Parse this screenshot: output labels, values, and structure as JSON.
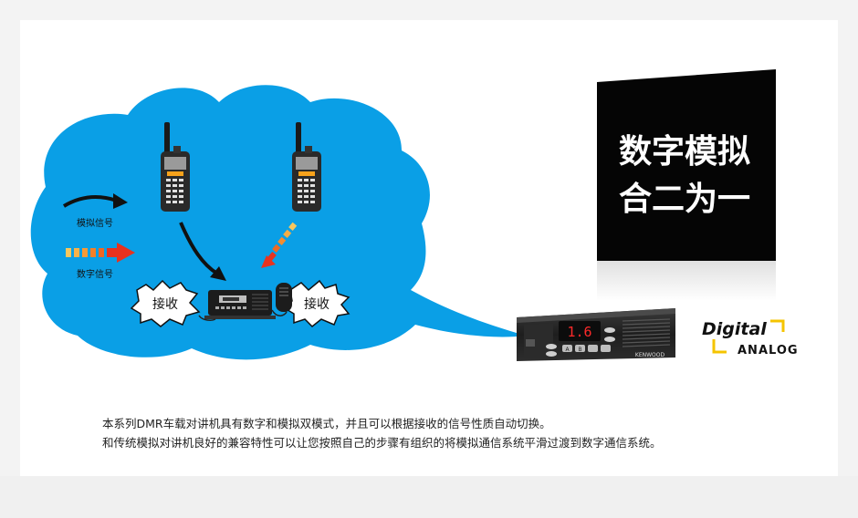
{
  "cloud": {
    "analog_label": "模拟信号",
    "digital_label": "数字信号",
    "receive_left": "接收",
    "receive_right": "接收"
  },
  "panel": {
    "line1": "数字模拟",
    "line2": "合二为一"
  },
  "radio": {
    "display": "1.6",
    "brand": "KENWOOD",
    "button_a": "A",
    "button_b": "B"
  },
  "logo": {
    "digital": "Digital",
    "analog": "ANALOG"
  },
  "caption": {
    "line1": "本系列DMR车载对讲机具有数字和模拟双模式，并且可以根据接收的信号性质自动切换。",
    "line2": "和传统模拟对讲机良好的兼容特性可以让您按照自己的步骤有组织的将模拟通信系统平滑过渡到数字通信系统。"
  },
  "colors": {
    "cloud_blue": "#0a9fe6",
    "arrow_red": "#e8321e",
    "digital_orange": "#f7a21b",
    "logo_yellow": "#f5c400"
  }
}
